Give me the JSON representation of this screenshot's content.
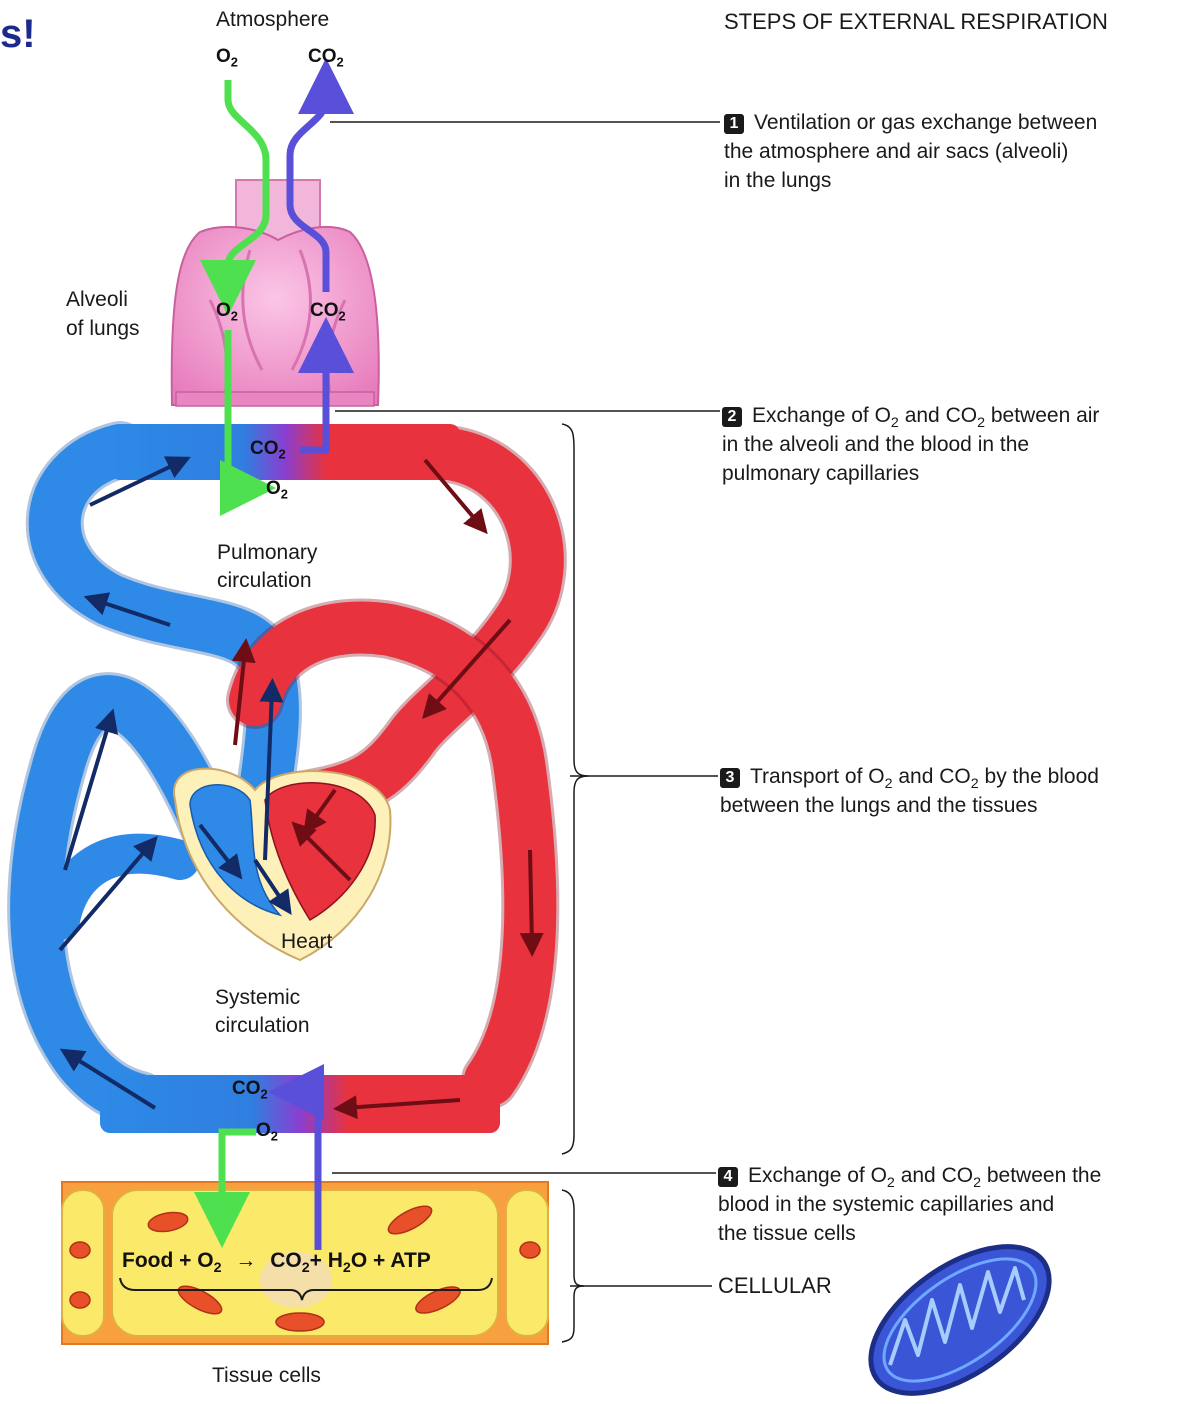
{
  "corner_text": "s!",
  "header": {
    "atmosphere": "Atmosphere",
    "title": "STEPS OF EXTERNAL RESPIRATION"
  },
  "gases": {
    "o2_base": "O",
    "co2_base": "CO",
    "subscript": "2"
  },
  "labels": {
    "alveoli_line1": "Alveoli",
    "alveoli_line2": "of lungs",
    "pulmonary_line1": "Pulmonary",
    "pulmonary_line2": "circulation",
    "heart": "Heart",
    "systemic_line1": "Systemic",
    "systemic_line2": "circulation",
    "tissue_cells": "Tissue cells",
    "cellular": "CELLULAR"
  },
  "equation": {
    "food": "Food + O",
    "arrow": "→",
    "co2": "CO",
    "h2o_pre": "+ H",
    "h2o_post": "O + ATP"
  },
  "steps": [
    {
      "num": "1",
      "line1": "Ventilation or gas exchange between",
      "line2": "the atmosphere and air sacs (alveoli)",
      "line3": "in the lungs"
    },
    {
      "num": "2",
      "line1_a": "Exchange of O",
      "line1_b": " and CO",
      "line1_c": " between air",
      "line2": "in the alveoli and the blood in the",
      "line3": "pulmonary capillaries"
    },
    {
      "num": "3",
      "line1_a": "Transport of O",
      "line1_b": " and CO",
      "line1_c": " by the blood",
      "line2": "between the lungs and the tissues"
    },
    {
      "num": "4",
      "line1_a": "Exchange of O",
      "line1_b": " and CO",
      "line1_c": " between the",
      "line2": "blood in the systemic capillaries and",
      "line3": "the tissue cells"
    }
  ],
  "colors": {
    "oxygen_arrow": "#4ee04e",
    "co2_arrow": "#5a4fd8",
    "venous_blood": "#2e8ae6",
    "arterial_blood": "#e8323e",
    "lungs": "#f08ccc",
    "tissue": "#fbe96a",
    "mitochondrion": "#3a56d6"
  }
}
